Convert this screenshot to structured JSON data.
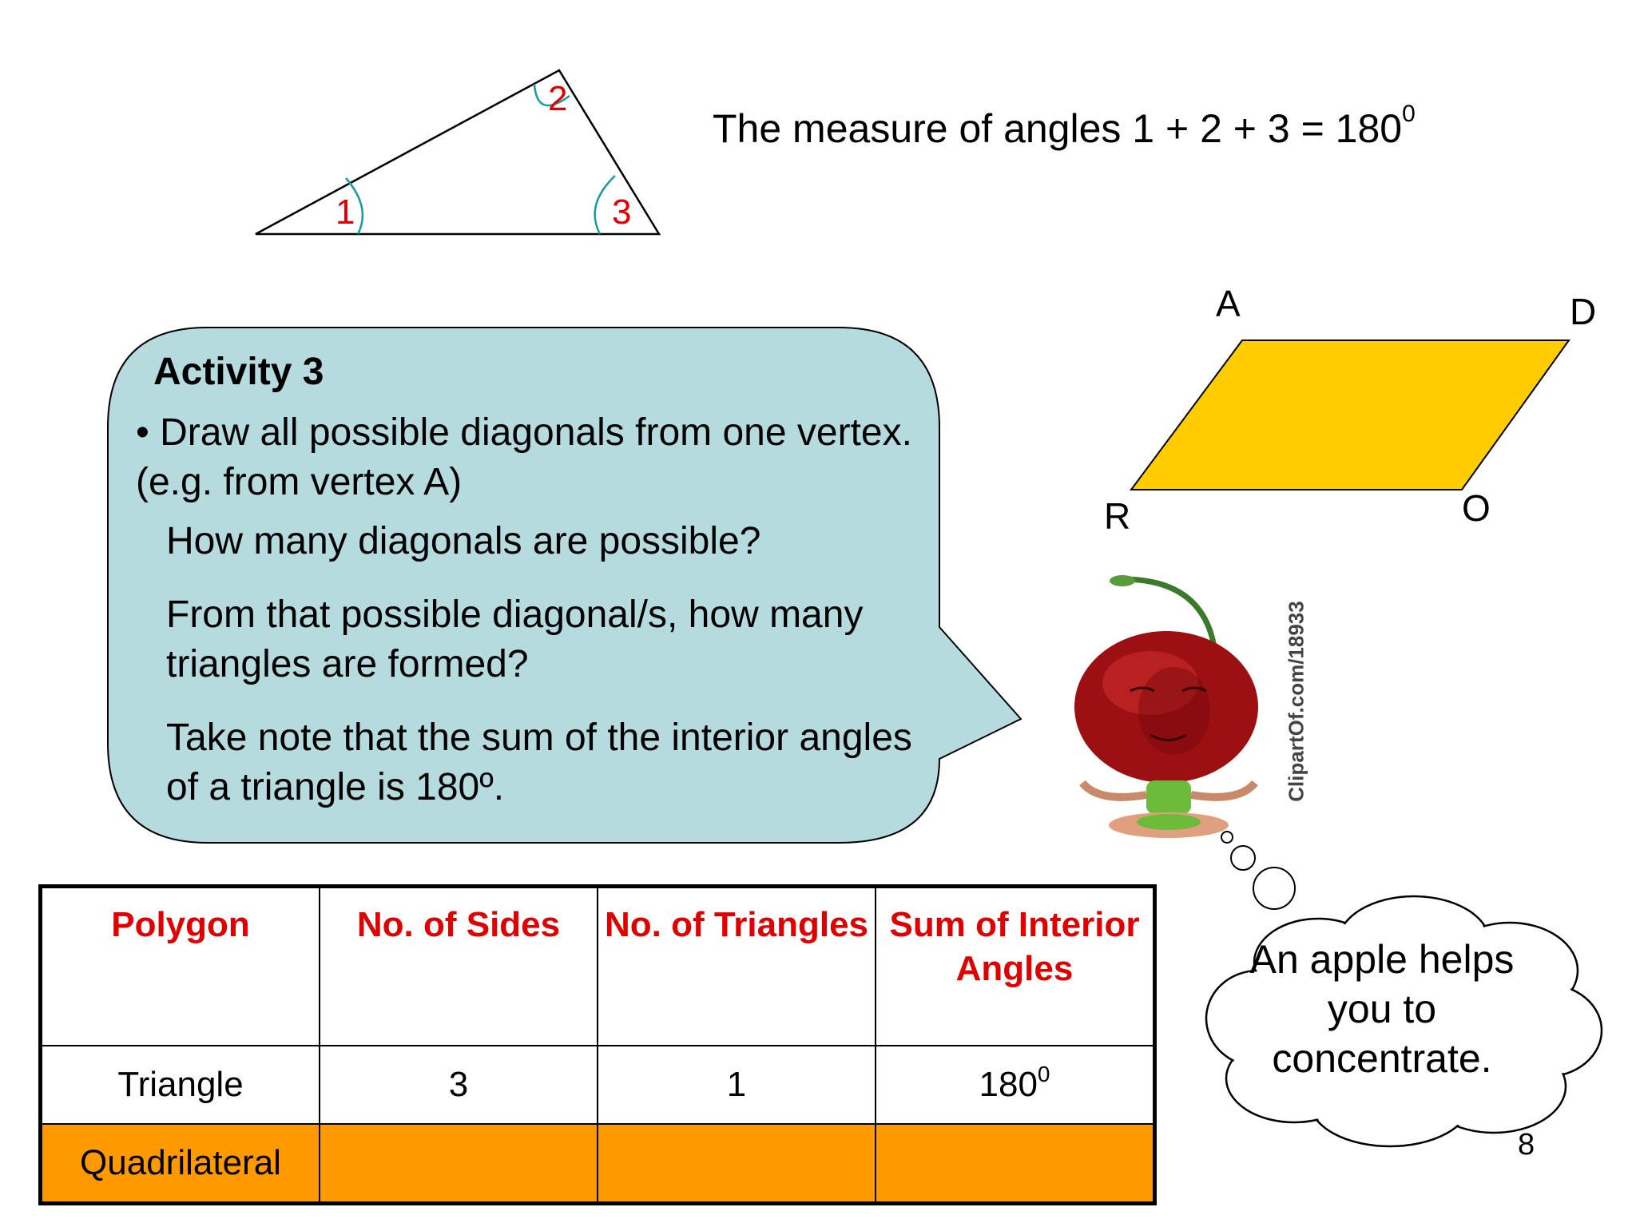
{
  "triangle": {
    "angle_labels": [
      "1",
      "2",
      "3"
    ]
  },
  "equation": {
    "text": "The measure of angles 1 + 2 + 3 = 180",
    "superscript": "0"
  },
  "parallelogram": {
    "vertices": {
      "A": "A",
      "D": "D",
      "R": "R",
      "O": "O"
    },
    "fill_color": "#ffcc00"
  },
  "activity": {
    "title": "Activity 3",
    "bullet": "• Draw all possible diagonals from one vertex. (e.g. from vertex A)",
    "question1": "How many diagonals are possible?",
    "question2": "From that possible diagonal/s, how many triangles are formed?",
    "note": "Take note that the sum of the interior angles of a triangle is 180º.",
    "bubble_color": "#b6dbdf"
  },
  "clipart": {
    "watermark": "ClipartOf.com/18933"
  },
  "thought_bubble": {
    "text": "An apple helps you to concentrate."
  },
  "page_number": "8",
  "table": {
    "header_color": "#e00000",
    "headers": [
      "Polygon",
      "No. of Sides",
      "No. of Triangles",
      "Sum of Interior Angles"
    ],
    "rows": [
      {
        "polygon": "Triangle",
        "sides": "3",
        "triangles": "1",
        "sum": "180",
        "sum_superscript": "0"
      },
      {
        "polygon": "Quadrilateral",
        "sides": "",
        "triangles": "",
        "sum": "",
        "sum_superscript": ""
      }
    ],
    "highlight_color": "#ff9900"
  }
}
